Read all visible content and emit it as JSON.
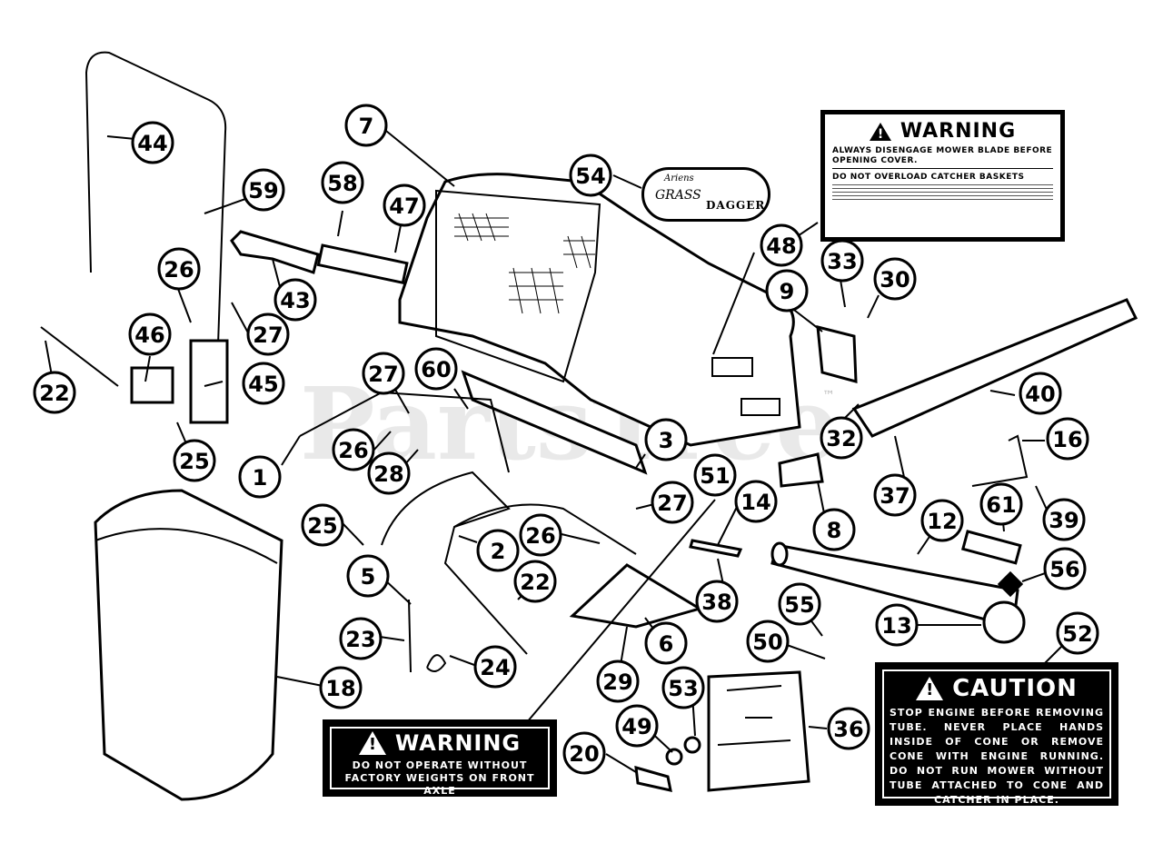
{
  "watermark": {
    "text": "PartsTree",
    "trademark": "™"
  },
  "warning_top": {
    "title": "WARNING",
    "line1": "ALWAYS DISENGAGE MOWER BLADE BEFORE OPENING COVER.",
    "line2": "DO NOT OVERLOAD CATCHER BASKETS"
  },
  "warning_bottom": {
    "title": "WARNING",
    "body": "DO NOT OPERATE WITHOUT FACTORY WEIGHTS ON FRONT AXLE"
  },
  "caution": {
    "title": "CAUTION",
    "body": "STOP ENGINE BEFORE REMOVING TUBE. NEVER PLACE HANDS INSIDE OF CONE OR REMOVE CONE WITH ENGINE RUNNING. DO NOT RUN MOWER WITHOUT TUBE ATTACHED TO CONE AND CATCHER IN PLACE."
  },
  "logo": {
    "brand": "Ariens",
    "model1": "GRASS",
    "model2": "DAGGER"
  },
  "callouts": [
    "44",
    "7",
    "54",
    "59",
    "58",
    "47",
    "26",
    "43",
    "27",
    "46",
    "22",
    "45",
    "25",
    "48",
    "33",
    "30",
    "9",
    "27",
    "60",
    "1",
    "26",
    "28",
    "3",
    "32",
    "40",
    "16",
    "37",
    "27",
    "51",
    "14",
    "25",
    "2",
    "26",
    "22",
    "12",
    "61",
    "39",
    "8",
    "5",
    "23",
    "24",
    "6",
    "29",
    "38",
    "13",
    "55",
    "50",
    "56",
    "52",
    "18",
    "53",
    "49",
    "20",
    "36"
  ]
}
